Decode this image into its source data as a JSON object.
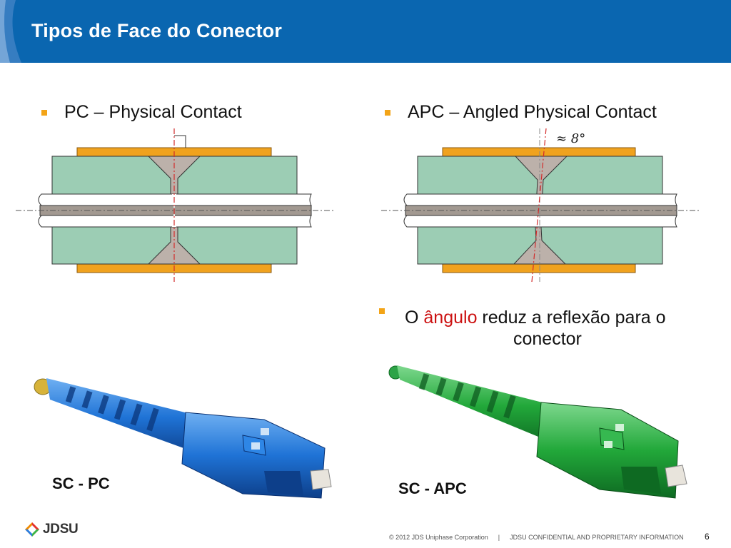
{
  "slide": {
    "title": "Tipos de Face do Conector",
    "page_number": "6"
  },
  "bullets": {
    "pc": "PC – Physical Contact",
    "apc": "APC – Angled Physical Contact"
  },
  "diagram": {
    "apc_angle_label": "≈ 8°"
  },
  "note": {
    "prefix": "O ",
    "highlight": "ângulo",
    "suffix": " reduz a reflexão para o",
    "line2": "conector"
  },
  "photos": {
    "pc_caption": "SC - PC",
    "apc_caption": "SC - APC"
  },
  "footer": {
    "logo_text": "JDSU",
    "copyright": "© 2012 JDS Uniphase Corporation",
    "separator": "|",
    "confidential": "JDSU CONFIDENTIAL AND PROPRIETARY INFORMATION"
  },
  "colors": {
    "title_bar": "#0a66b0",
    "bullet": "#f3a417",
    "accent_text": "#cc1111",
    "pc_connector": "#1f73d6",
    "apc_connector": "#22a83a"
  }
}
